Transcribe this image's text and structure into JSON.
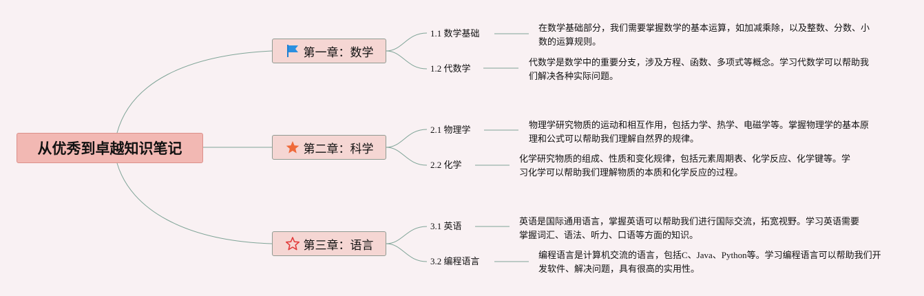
{
  "root": {
    "title": "从优秀到卓越知识笔记"
  },
  "chapters": [
    {
      "label": "第一章：数学",
      "icon": "blue-flag-icon",
      "subs": [
        {
          "label": "1.1 数学基础",
          "note": "在数学基础部分，我们需要掌握数学的基本运算，如加减乘除，以及整数、分数、小数的运算规则。"
        },
        {
          "label": "1.2 代数学",
          "note": "代数学是数学中的重要分支，涉及方程、函数、多项式等概念。学习代数学可以帮助我们解决各种实际问题。"
        }
      ]
    },
    {
      "label": "第二章：科学",
      "icon": "orange-star-icon",
      "subs": [
        {
          "label": "2.1 物理学",
          "note": "物理学研究物质的运动和相互作用，包括力学、热学、电磁学等。掌握物理学的基本原理和公式可以帮助我们理解自然界的规律。"
        },
        {
          "label": "2.2 化学",
          "note": "化学研究物质的组成、性质和变化规律，包括元素周期表、化学反应、化学键等。学习化学可以帮助我们理解物质的本质和化学反应的过程。"
        }
      ]
    },
    {
      "label": "第三章：语言",
      "icon": "red-outline-star-icon",
      "subs": [
        {
          "label": "3.1 英语",
          "note": "英语是国际通用语言，掌握英语可以帮助我们进行国际交流，拓宽视野。学习英语需要掌握词汇、语法、听力、口语等方面的知识。"
        },
        {
          "label": "3.2 编程语言",
          "note": "编程语言是计算机交流的语言，包括C、Java、Python等。学习编程语言可以帮助我们开发软件、解决问题，具有很高的实用性。"
        }
      ]
    }
  ],
  "colors": {
    "line": "#7fa497",
    "root_fill": "#f2b8b3",
    "chapter_fill": "#f5d6d3",
    "background": "#f9f1f3"
  }
}
